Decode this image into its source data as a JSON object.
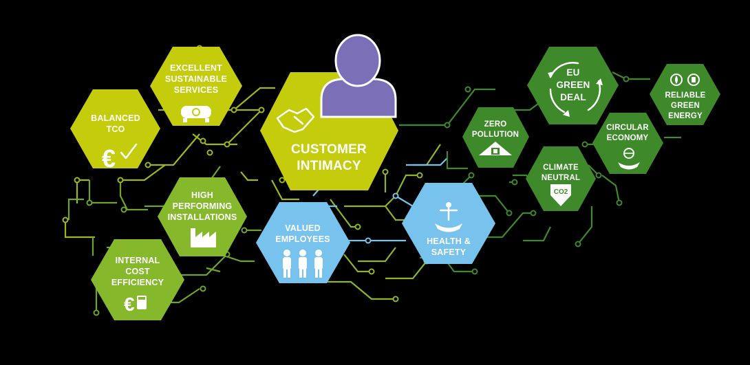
{
  "colors": {
    "background": "#000000",
    "lime": "#c4cc0c",
    "green": "#86b82c",
    "dark_green": "#3e8a2b",
    "light_blue": "#78c3ee",
    "purple": "#7b6fb8"
  },
  "hexagons": {
    "balanced_tco": {
      "lines": [
        "BALANCED",
        "TCO"
      ],
      "icon": "euro-check-icon"
    },
    "excellent_services": {
      "lines": [
        "EXCELLENT",
        "SUSTAINABLE",
        "SERVICES"
      ],
      "icon": "biohazard-tank-icon"
    },
    "customer_intimacy": {
      "lines": [
        "CUSTOMER",
        "INTIMACY"
      ],
      "icon": "handshake-icon"
    },
    "high_performing": {
      "lines": [
        "HIGH",
        "PERFORMING",
        "INSTALLATIONS"
      ],
      "icon": "factory-icon"
    },
    "internal_cost": {
      "lines": [
        "INTERNAL",
        "COST",
        "EFFICIENCY"
      ],
      "icon": "euro-calculator-icon"
    },
    "valued_employees": {
      "lines": [
        "VALUED",
        "EMPLOYEES"
      ],
      "icon": "people-icon"
    },
    "health_safety": {
      "lines": [
        "HEALTH &",
        "SAFETY"
      ],
      "icon": "person-hand-icon"
    },
    "zero_pollution": {
      "lines": [
        "ZERO",
        "POLLUTION"
      ],
      "icon": "shelter-icon"
    },
    "eu_green_deal": {
      "lines": [
        "EU",
        "GREEN",
        "DEAL"
      ],
      "icon": "recycle-arrows-icon"
    },
    "climate_neutral": {
      "lines": [
        "CLIMATE",
        "NEUTRAL"
      ],
      "icon": "co2-down-icon"
    },
    "circular_economy": {
      "lines": [
        "CIRCULAR",
        "ECONOMY"
      ],
      "icon": "globe-hand-icon"
    },
    "reliable_energy": {
      "lines": [
        "RELIABLE",
        "GREEN",
        "ENERGY"
      ],
      "icon": "flame-plug-icon"
    }
  },
  "co2_text": "CO2"
}
